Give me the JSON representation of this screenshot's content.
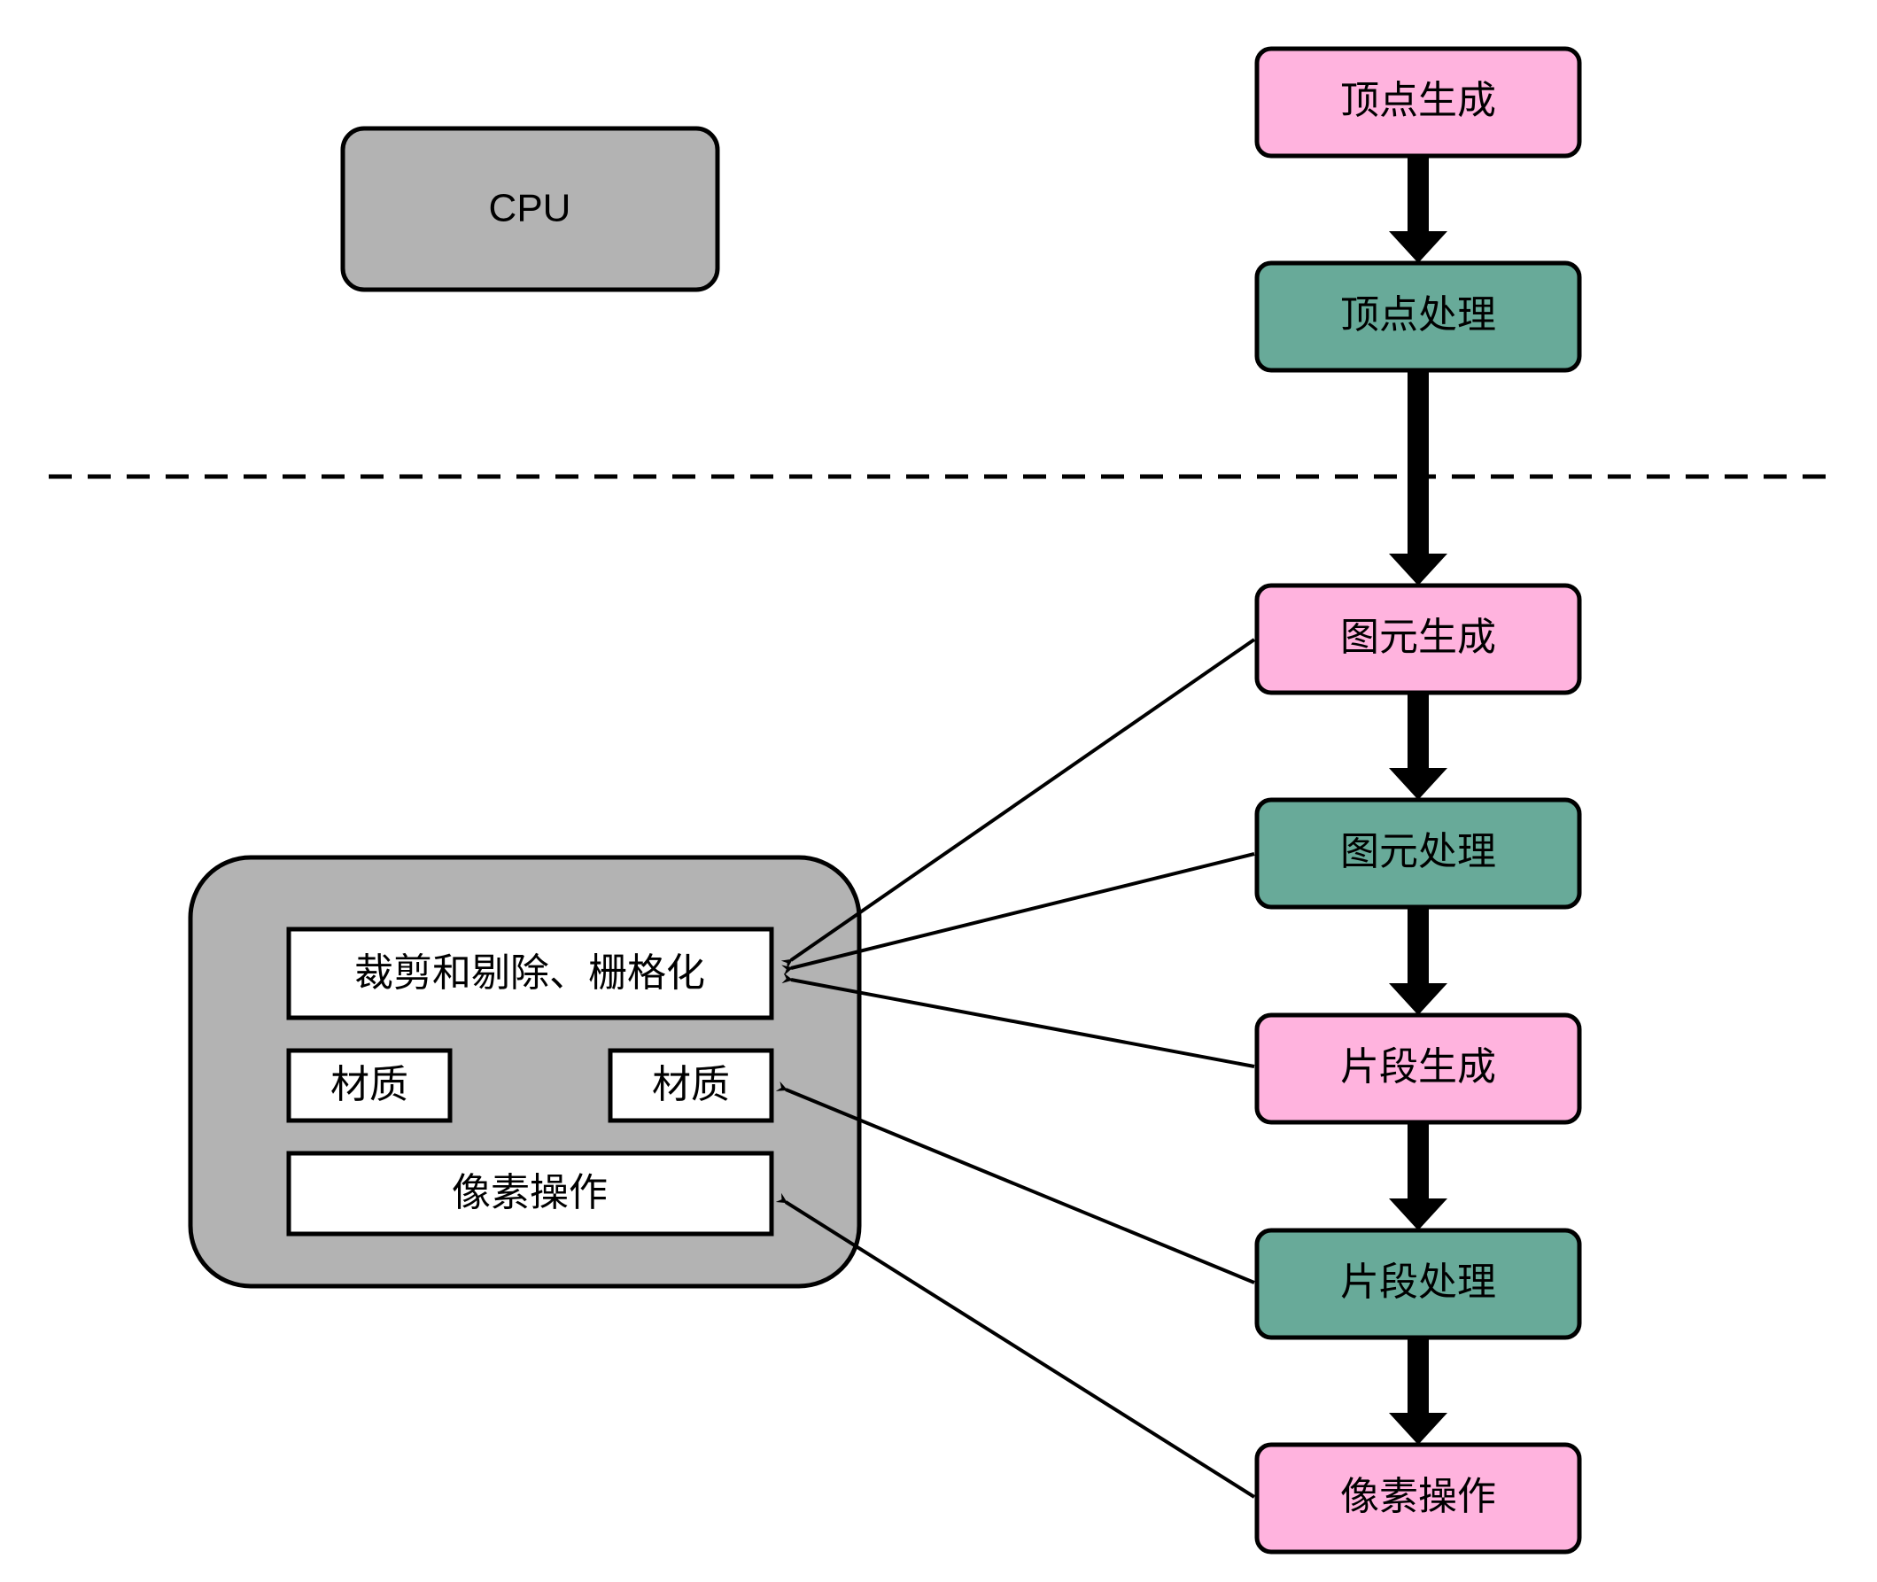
{
  "colors": {
    "generation": "#ffb3de",
    "processing": "#68aa99",
    "hardware": "#b3b3b3",
    "inner": "#ffffff",
    "stroke": "#000000"
  },
  "cpu": {
    "label": "CPU"
  },
  "pipeline": [
    {
      "key": "vertex-generation",
      "label": "顶点生成",
      "kind": "generation"
    },
    {
      "key": "vertex-processing",
      "label": "顶点处理",
      "kind": "processing"
    },
    {
      "key": "primitive-generation",
      "label": "图元生成",
      "kind": "generation"
    },
    {
      "key": "primitive-processing",
      "label": "图元处理",
      "kind": "processing"
    },
    {
      "key": "fragment-generation",
      "label": "片段生成",
      "kind": "generation"
    },
    {
      "key": "fragment-processing",
      "label": "片段处理",
      "kind": "processing"
    },
    {
      "key": "pixel-operations",
      "label": "像素操作",
      "kind": "generation"
    }
  ],
  "hardware_unit": {
    "items": {
      "clip_cull_raster": "裁剪和剔除、栅格化",
      "material_left": "材质",
      "material_right": "材质",
      "pixel_ops": "像素操作"
    }
  }
}
